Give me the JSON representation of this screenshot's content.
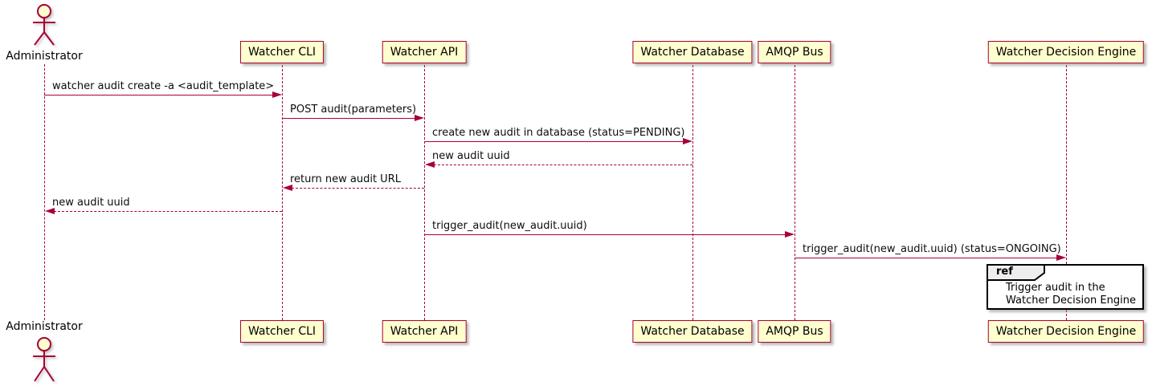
{
  "diagram": {
    "type": "sequence",
    "colors": {
      "participant_fill": "#FEFECE",
      "participant_border": "#A80036",
      "arrow": "#A80036",
      "lifeline": "#A80036",
      "text": "#000000",
      "ref_border": "#000000",
      "ref_header_fill": "#EEEEEE",
      "ref_body_fill": "#FFFFFF"
    },
    "actor": {
      "name": "Administrator"
    },
    "participants": [
      {
        "label": "Watcher CLI"
      },
      {
        "label": "Watcher API"
      },
      {
        "label": "Watcher Database"
      },
      {
        "label": "AMQP Bus"
      },
      {
        "label": "Watcher Decision Engine"
      }
    ],
    "messages": [
      {
        "from": "Administrator",
        "to": "Watcher CLI",
        "label": "watcher audit create -a <audit_template>",
        "line": "solid"
      },
      {
        "from": "Watcher CLI",
        "to": "Watcher API",
        "label": "POST audit(parameters)",
        "line": "solid"
      },
      {
        "from": "Watcher API",
        "to": "Watcher Database",
        "label": "create new audit in database (status=PENDING)",
        "line": "solid"
      },
      {
        "from": "Watcher Database",
        "to": "Watcher API",
        "label": "new audit uuid",
        "line": "dashed"
      },
      {
        "from": "Watcher API",
        "to": "Watcher CLI",
        "label": "return new audit URL",
        "line": "dashed"
      },
      {
        "from": "Watcher CLI",
        "to": "Administrator",
        "label": "new audit uuid",
        "line": "dashed"
      },
      {
        "from": "Watcher API",
        "to": "AMQP Bus",
        "label": "trigger_audit(new_audit.uuid)",
        "line": "solid"
      },
      {
        "from": "AMQP Bus",
        "to": "Watcher Decision Engine",
        "label": "trigger_audit(new_audit.uuid) (status=ONGOING)",
        "line": "solid"
      }
    ],
    "ref": {
      "keyword": "ref",
      "over": "Watcher Decision Engine",
      "lines": [
        "Trigger audit in the",
        "Watcher Decision Engine"
      ]
    }
  }
}
